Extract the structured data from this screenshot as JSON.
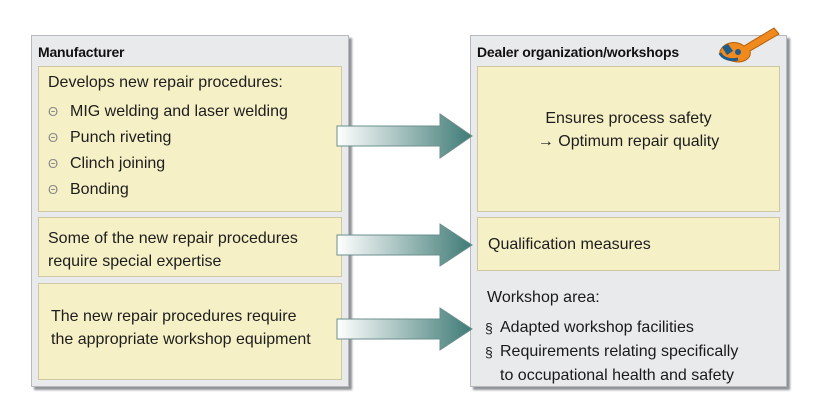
{
  "manufacturer": {
    "title": "Manufacturer",
    "box1": {
      "heading": "Develops new repair procedures:",
      "bullet_symbol": "Θ",
      "items": [
        "MIG welding and laser welding",
        "Punch riveting",
        "Clinch joining",
        "Bonding"
      ]
    },
    "box2": {
      "line1": "Some of the new repair procedures",
      "line2": "require special expertise"
    },
    "box3": {
      "line1": "The new repair procedures require",
      "line2": "the appropriate workshop equipment"
    }
  },
  "dealer": {
    "title": "Dealer organization/workshops",
    "icon": "wrench-icon",
    "box1": {
      "line1": "Ensures process safety",
      "line2": "→ Optimum repair quality"
    },
    "box2": {
      "text": "Qualification measures"
    },
    "area": {
      "heading": "Workshop area:",
      "bullet_symbol": "§",
      "items": [
        "Adapted workshop facilities",
        "Requirements relating specifically",
        "to occupational health and safety"
      ]
    }
  },
  "colors": {
    "panel_bg": "#e9eaec",
    "box_bg": "#f6f0c6",
    "arrow_dark": "#3f7b76",
    "arrow_light": "#ffffff",
    "wrench_orange": "#f08a1c",
    "wrench_blue": "#1f5c8c"
  }
}
